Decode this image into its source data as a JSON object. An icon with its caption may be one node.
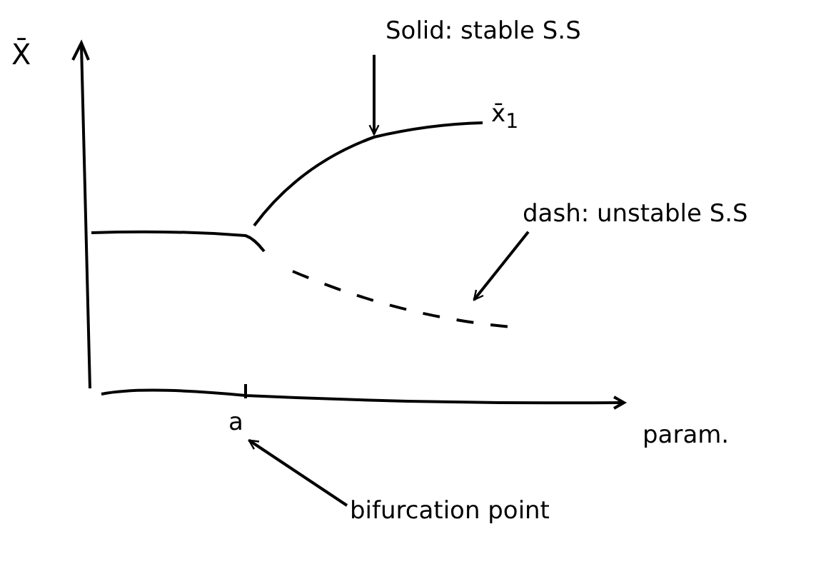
{
  "diagram": {
    "nodes": [
      {
        "text": [
          "Solid: stable S.S"
        ]
      },
      {
        "text": [
          "dash: unstable S.S"
        ]
      },
      {
        "text": [
          "a"
        ]
      },
      {
        "text": [
          "bifurcation point"
        ]
      }
    ],
    "edges": [
      {
        "from": 0,
        "to": null,
        "arrow": "to"
      },
      {
        "from": 1,
        "to": null,
        "arrow": "to"
      },
      {
        "from": 3,
        "to": 2,
        "arrow": "to"
      }
    ],
    "labels": [
      "X̄",
      "x̄$_{1}$",
      "param."
    ]
  }
}
